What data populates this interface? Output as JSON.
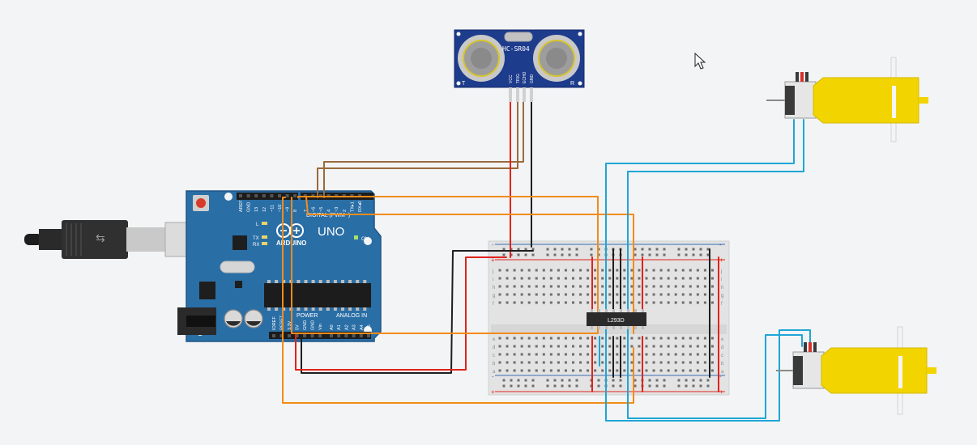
{
  "sensor": {
    "model": "HC-SR04",
    "pins": [
      "VCC",
      "TRIG",
      "ECHO",
      "GND"
    ],
    "left_mark": "T",
    "right_mark": "R"
  },
  "arduino": {
    "logo_text": "ARDUINO",
    "model": "UNO",
    "digital_header_label": "DIGITAL (PWM~)",
    "power_label": "POWER",
    "analog_label": "ANALOG IN",
    "on_label": "ON",
    "led_labels": [
      "L",
      "TX",
      "RX"
    ],
    "top_pins": [
      "AREF",
      "GND",
      "13",
      "12",
      "~11",
      "~10",
      "~9",
      "8",
      "7",
      "~6",
      "~5",
      "4",
      "~3",
      "2",
      "TX▸1",
      "RX◂0"
    ],
    "power_pins": [
      "IOREF",
      "RESET",
      "3.3V",
      "5V",
      "GND",
      "GND",
      "Vin"
    ],
    "analog_pins": [
      "A0",
      "A1",
      "A2",
      "A3",
      "A4",
      "A5"
    ]
  },
  "breadboard": {
    "row_labels_top": [
      "j",
      "i",
      "h",
      "g",
      "f"
    ],
    "row_labels_bottom": [
      "e",
      "d",
      "c",
      "b",
      "a"
    ],
    "rail_plus": "+",
    "rail_minus": "-"
  },
  "driver": {
    "label": "L293D"
  },
  "colors": {
    "wire_red": "#e0231c",
    "wire_black": "#1e1e1e",
    "wire_brown": "#9a6b3d",
    "wire_orange": "#f28c1a",
    "wire_blue": "#1ea6d6",
    "arduino_board": "#2a6ea6",
    "motor_yellow": "#f2d400",
    "sensor_board": "#1e3c8c"
  },
  "icons": [
    "usb-cable-icon",
    "cursor-icon",
    "dc-motor-icon"
  ]
}
